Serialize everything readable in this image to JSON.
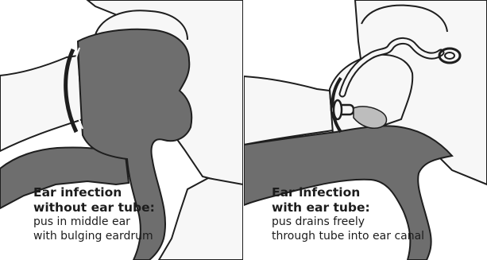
{
  "colors": {
    "fluid": "#6e6e6e",
    "tissue": "#f7f7f7",
    "outline": "#1e1e1e"
  },
  "panels": [
    {
      "title_line_1": "Ear infection",
      "title_line_2": "without ear tube:",
      "desc_line_1": "pus in middle ear",
      "desc_line_2": "with bulging eardrum"
    },
    {
      "title_line_1": "Ear infection",
      "title_line_2": "with ear tube:",
      "desc_line_1": "pus drains freely",
      "desc_line_2": "through tube into ear canal"
    }
  ]
}
